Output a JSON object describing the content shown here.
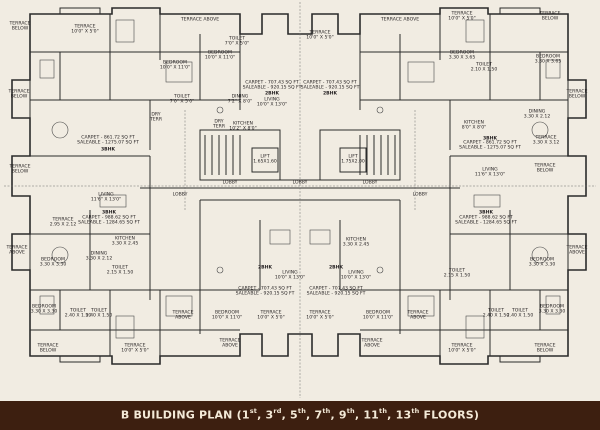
{
  "caption": {
    "prefix": "B BUILDING PLAN (",
    "floors": [
      {
        "n": "1",
        "suffix": "st"
      },
      {
        "n": "3",
        "suffix": "rd"
      },
      {
        "n": "5",
        "suffix": "th"
      },
      {
        "n": "7",
        "suffix": "th"
      },
      {
        "n": "9",
        "suffix": "th"
      },
      {
        "n": "11",
        "suffix": "th"
      },
      {
        "n": "13",
        "suffix": "th"
      }
    ],
    "suffix": " FLOORS)"
  },
  "colors": {
    "wall": "#2b2b2b",
    "background": "#f1ece2",
    "banner": "#3d1f10"
  },
  "labels": {
    "terrace_below_tl": "TERRACE\nBELOW",
    "terrace_tl": "TERRACE\n10'0\" X 5'0\"",
    "terrace_above_tl": "TERRACE ABOVE",
    "terrace_above_tr": "TERRACE ABOVE",
    "terrace_tr": "TERRACE\n10'0\" X 5'0\"",
    "terrace_below_tr": "TERRACE\nBELOW",
    "bedroom_tl1": "BEDROOM\n10'0\" X 11'0\"",
    "bedroom_tl2": "BEDROOM\n10'0\" X 11'0\"",
    "bedroom_tr1": "BEDROOM\n3.30 X 3.65",
    "bedroom_tr2": "BEDROOM\n3.30 X 3.65",
    "terrace_t1": "TERRACE\n10'0\" X 5'0\"",
    "toilet_t1": "TOILET\n7'0\" X 5'0\"",
    "toilet_t2": "TOILET\n2.10 X 1.50",
    "carpet_top": "CARPET - 707.43 SQ FT\nSALEABLE - 920.15 SQ FT",
    "carpet_top2": "CARPET - 707.43 SQ FT\nSALEABLE - 920.15 SQ FT",
    "bhk_top": "2BHK",
    "bhk_top2": "2BHK",
    "terrace_below_l": "TERRACE\nBELOW",
    "terrace_below_r": "TERRACE\nBELOW",
    "toilet_l": "TOILET\n7'0\" X 5'0\"",
    "dining_t": "DINING\n7'2\" X 8'0\"",
    "living_t": "LIVING\n10'0\" X 13'0\"",
    "dry_terr_t1": "DRY\nTERR",
    "dry_terr_t2": "DRY\nTERR",
    "kitchen_t1": "KITCHEN\n10'2\" X 8'0\"",
    "kitchen_t2": "KITCHEN\n8'0\" X 8'0\"",
    "dining_r": "DINING\n3.30 X 2.12",
    "terrace_r1": "TERRACE\n3.30 X 3.12",
    "carpet_left": "CARPET - 861.72 SQ FT\nSALEABLE - 1275.07 SQ FT",
    "carpet_right": "CARPET - 861.72 SQ FT\nSALEABLE - 1275.07 SQ FT",
    "bhk_left": "3BHK",
    "bhk_right": "3BHK",
    "lift1": "LIFT\n1.65X1.60",
    "lift2": "LIFT\n1.75X2.00",
    "lobby1": "LOBBY",
    "lobby2": "LOBBY",
    "lobby3": "LOBBY",
    "lobby4": "LOBBY",
    "lobby5": "LOBBY",
    "terrace_below_l2": "TERRACE\nBELOW",
    "terrace_below_r2": "TERRACE\nBELOW",
    "living_l": "LIVING\n11'6\" X 13'0\"",
    "living_r": "LIVING\n11'6\" X 13'0\"",
    "terrace_l2": "TERRACE\n2.95 X 2.12",
    "carpet_bl": "CARPET - 988.62 SQ FT\nSALEABLE - 1284.65 SQ FT",
    "carpet_br": "CARPET - 988.62 SQ FT\nSALEABLE - 1284.65 SQ FT",
    "bhk_bl": "3BHK",
    "bhk_br": "3BHK",
    "terrace_above_l": "TERRACE\nABOVE",
    "terrace_above_r": "TERRACE\nABOVE",
    "bedroom_l": "BEDROOM\n3.30 X 3.30",
    "bedroom_r": "BEDROOM\n3.30 X 3.30",
    "kitchen_b1": "KITCHEN\n3.30 X 2.45",
    "kitchen_b2": "KITCHEN\n3.30 X 2.45",
    "dining_b": "DINING\n3.30 X 2.12",
    "toilet_b1": "TOILET\n2.15 X 1.50",
    "toilet_b2": "TOILET\n2.15 X 1.50",
    "bhk_bc1": "2BHK",
    "bhk_bc2": "2BHK",
    "carpet_bc1": "CARPET - 707.43 SQ FT\nSALEABLE - 920.15 SQ FT",
    "carpet_bc2": "CARPET - 707.43 SQ FT\nSALEABLE - 920.15 SQ FT",
    "living_b1": "LIVING\n10'0\" X 13'0\"",
    "living_b2": "LIVING\n10'0\" X 13'0\"",
    "bedroom_bl": "BEDROOM\n3.30 X 3.30",
    "bedroom_br": "BEDROOM\n3.30 X 3.30",
    "toilet_bl1": "TOILET\n2.40 X 1.50",
    "toilet_bl2": "TOILET\n2.40 X 1.50",
    "toilet_br1": "TOILET\n2.40 X 1.50",
    "toilet_br2": "TOILET\n2.40 X 1.50",
    "bedroom_bc1": "BEDROOM\n10'0\" X 11'0\"",
    "bedroom_bc2": "BEDROOM\n10'0\" X 11'0\"",
    "terrace_bc1": "TERRACE\n10'0\" X 5'0\"",
    "terrace_bc2": "TERRACE\n10'0\" X 5'0\"",
    "terrace_above_b1": "TERRACE\nABOVE",
    "terrace_above_b2": "TERRACE\nABOVE",
    "terrace_above_b3": "TERRACE\nABOVE",
    "terrace_above_b4": "TERRACE\nABOVE",
    "terrace_below_b1": "TERRACE\nBELOW",
    "terrace_below_b2": "TERRACE\nBELOW",
    "terrace_b_l": "TERRACE\n10'0\" X 5'0\"",
    "terrace_b_r": "TERRACE\n10'0\" X 5'0\""
  }
}
